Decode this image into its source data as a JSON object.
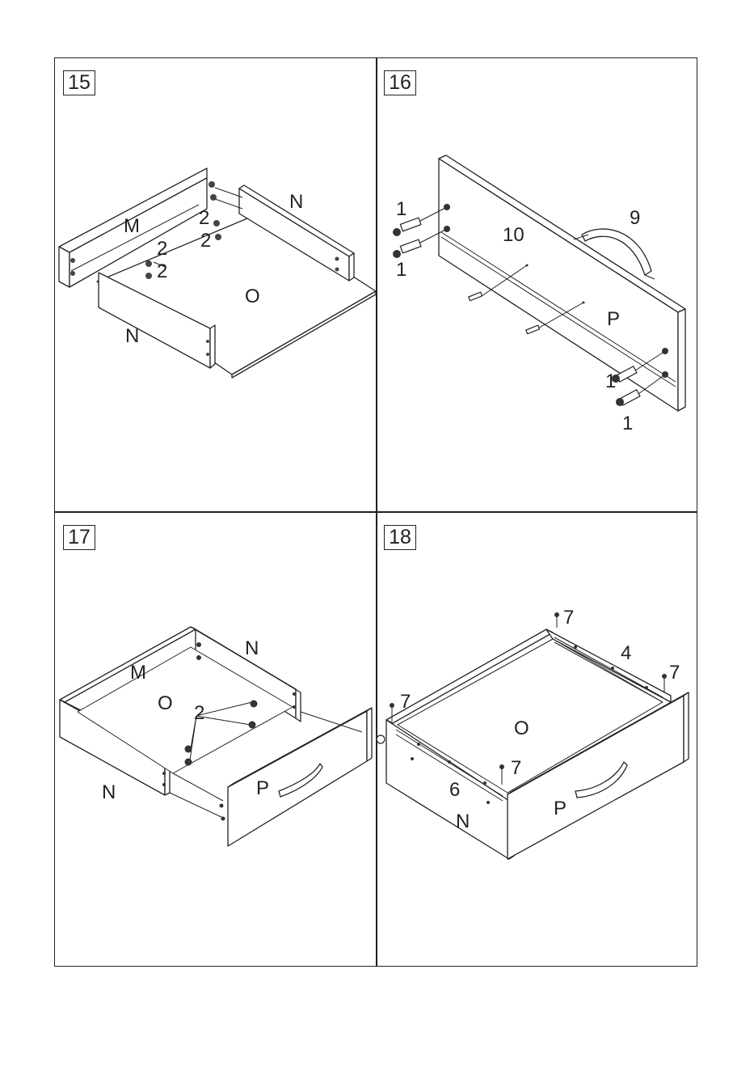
{
  "steps": [
    {
      "number": "15",
      "labels": {
        "m": "M",
        "n_back": "N",
        "n_front": "N",
        "o": "O",
        "d1": "2",
        "d2": "2",
        "d3": "2",
        "d4": "2"
      }
    },
    {
      "number": "16",
      "labels": {
        "c1": "1",
        "c2": "1",
        "c3": "1",
        "c4": "1",
        "ten": "10",
        "nine": "9",
        "p": "P"
      }
    },
    {
      "number": "17",
      "labels": {
        "m": "M",
        "n_back": "N",
        "n_front": "N",
        "o": "O",
        "p": "P",
        "two": "2"
      }
    },
    {
      "number": "18",
      "labels": {
        "s1": "7",
        "s2": "7",
        "s3": "7",
        "s4": "7",
        "rail_back": "4",
        "rail_front": "6",
        "o": "O",
        "n": "N",
        "p": "P"
      }
    }
  ]
}
